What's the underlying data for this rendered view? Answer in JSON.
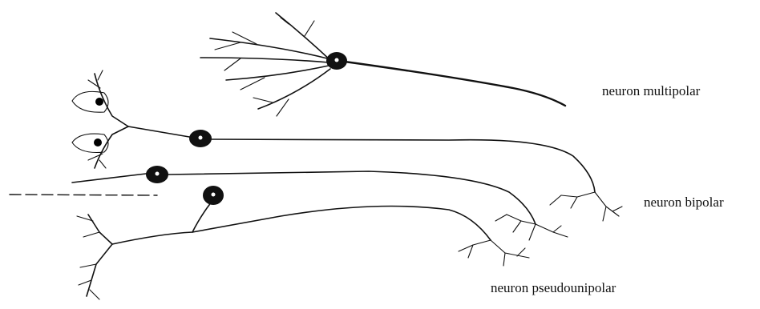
{
  "labels": {
    "multipolar": "neuron multipolar",
    "bipolar": "neuron bipolar",
    "pseudounipolar": "neuron pseudounipolar"
  },
  "colors": {
    "ink": "#111111",
    "background": "#ffffff"
  }
}
